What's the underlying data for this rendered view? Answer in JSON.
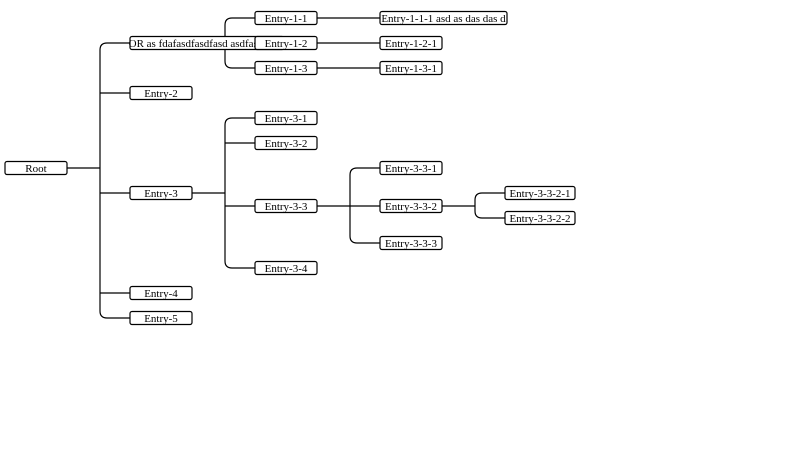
{
  "tree": {
    "label": "Root",
    "children": [
      {
        "label": "OR as fdafasdfasdfasd asdfasdfasdf",
        "children": [
          {
            "label": "Entry-1-1",
            "children": [
              {
                "label": "Entry-1-1-1 asd as das das d"
              }
            ]
          },
          {
            "label": "Entry-1-2",
            "children": [
              {
                "label": "Entry-1-2-1"
              }
            ]
          },
          {
            "label": "Entry-1-3",
            "children": [
              {
                "label": "Entry-1-3-1"
              }
            ]
          }
        ]
      },
      {
        "label": "Entry-2"
      },
      {
        "label": "Entry-3",
        "children": [
          {
            "label": "Entry-3-1"
          },
          {
            "label": "Entry-3-2"
          },
          {
            "label": "Entry-3-3",
            "children": [
              {
                "label": "Entry-3-3-1"
              },
              {
                "label": "Entry-3-3-2",
                "children": [
                  {
                    "label": "Entry-3-3-2-1"
                  },
                  {
                    "label": "Entry-3-3-2-2"
                  }
                ]
              },
              {
                "label": "Entry-3-3-3"
              }
            ]
          },
          {
            "label": "Entry-3-4"
          }
        ]
      },
      {
        "label": "Entry-4"
      },
      {
        "label": "Entry-5"
      }
    ]
  }
}
